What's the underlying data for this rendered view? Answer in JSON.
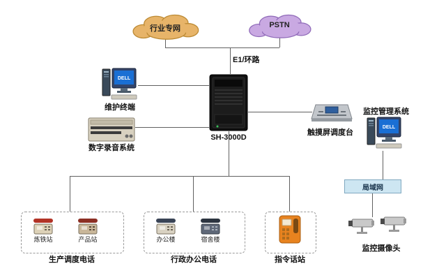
{
  "clouds": {
    "industry": {
      "label": "行业专网"
    },
    "pstn": {
      "label": "PSTN"
    }
  },
  "labels": {
    "e1": "E1/环路",
    "maintenance_terminal": "维护终端",
    "recording_system": "数字录音系统",
    "server_model": "SH-3000D",
    "touch_console": "触摸屏调度台",
    "monitor_system": "监控管理系统",
    "lan": "局域网",
    "camera_group": "监控摄像头",
    "monitor_brand": "DELL"
  },
  "groups": {
    "production": {
      "label": "生产调度电话",
      "stations": [
        "炼铁站",
        "产品站"
      ]
    },
    "admin": {
      "label": "行政办公电话",
      "stations": [
        "办公楼",
        "宿舍楼"
      ]
    },
    "command": {
      "label": "指令话站"
    }
  },
  "colors": {
    "industry_cloud": "#E7B469",
    "pstn_cloud": "#C9A9E2",
    "lan_box": "#CDE6F2",
    "connector": "#606060",
    "command_device": "#E8831F"
  }
}
